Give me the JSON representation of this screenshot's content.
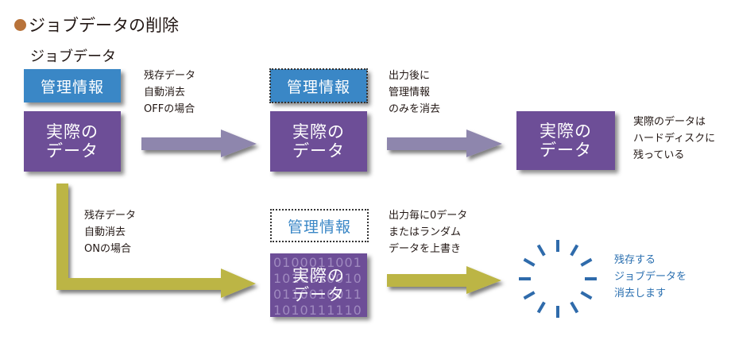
{
  "title": "ジョブデータの削除",
  "subtitle": "ジョブデータ",
  "colors": {
    "bullet": "#b8733a",
    "management_box": "#3a87c6",
    "actual_data_box": "#6d4e97",
    "arrow_off": "#8e86ad",
    "arrow_on": "#bcb545",
    "erase_burst": "#2f6bab",
    "erase_text": "#2a6fb0"
  },
  "initial": {
    "management_label": "管理情報",
    "actual_label_line1": "実際の",
    "actual_label_line2": "データ"
  },
  "off_path": {
    "condition_lines": [
      "残存データ",
      "自動消去",
      "OFFの場合"
    ],
    "after_output": {
      "management_label": "管理情報",
      "actual_label_line1": "実際の",
      "actual_label_line2": "データ",
      "note_lines": [
        "出力後に",
        "管理情報",
        "のみを消去"
      ]
    },
    "result": {
      "actual_label_line1": "実際の",
      "actual_label_line2": "データ",
      "note_lines": [
        "実際のデータは",
        "ハードディスクに",
        "残っている"
      ]
    }
  },
  "on_path": {
    "condition_lines": [
      "残存データ",
      "自動消去",
      "ONの場合"
    ],
    "after_output": {
      "management_label": "管理情報",
      "actual_label_line1": "実際の",
      "actual_label_line2": "データ",
      "binary_rows": [
        "0100011001",
        "1010010010",
        "0110010011",
        "1010111110"
      ],
      "note_lines": [
        "出力毎に0データ",
        "またはランダム",
        "データを上書き"
      ]
    },
    "result": {
      "note_lines": [
        "残存する",
        "ジョブデータを",
        "消去します"
      ]
    }
  }
}
